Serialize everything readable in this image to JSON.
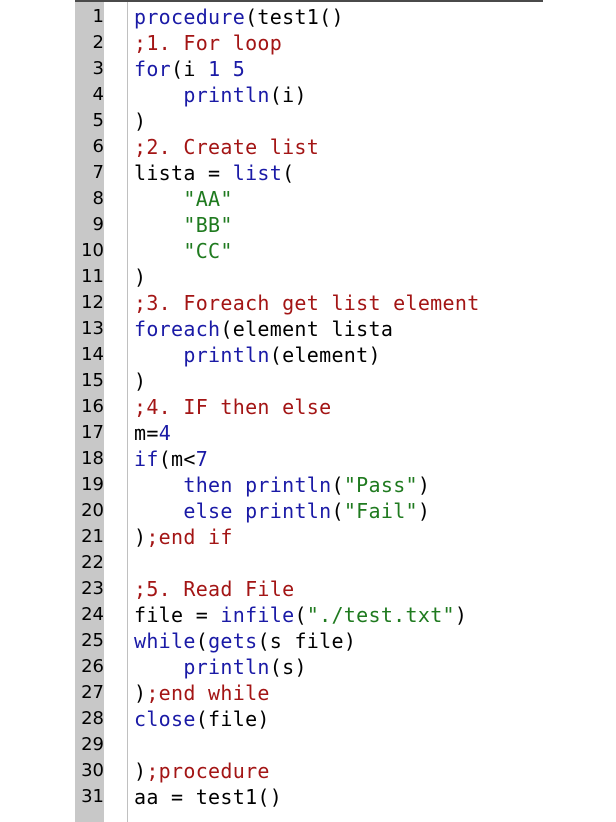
{
  "editor": {
    "lines": [
      {
        "n": "1",
        "tokens": [
          {
            "t": "procedure",
            "c": "fn"
          },
          {
            "t": "(test1()",
            "c": "plain"
          }
        ]
      },
      {
        "n": "2",
        "tokens": [
          {
            "t": ";1. For loop",
            "c": "cmt"
          }
        ]
      },
      {
        "n": "3",
        "tokens": [
          {
            "t": "for",
            "c": "fn"
          },
          {
            "t": "(i ",
            "c": "plain"
          },
          {
            "t": "1",
            "c": "num"
          },
          {
            "t": " ",
            "c": "plain"
          },
          {
            "t": "5",
            "c": "num"
          }
        ]
      },
      {
        "n": "4",
        "tokens": [
          {
            "t": "    ",
            "c": "plain"
          },
          {
            "t": "println",
            "c": "fn"
          },
          {
            "t": "(i)",
            "c": "plain"
          }
        ]
      },
      {
        "n": "5",
        "tokens": [
          {
            "t": ")",
            "c": "plain"
          }
        ]
      },
      {
        "n": "6",
        "tokens": [
          {
            "t": ";2. Create list",
            "c": "cmt"
          }
        ]
      },
      {
        "n": "7",
        "tokens": [
          {
            "t": "lista = ",
            "c": "plain"
          },
          {
            "t": "list",
            "c": "fn"
          },
          {
            "t": "(",
            "c": "plain"
          }
        ]
      },
      {
        "n": "8",
        "tokens": [
          {
            "t": "    ",
            "c": "plain"
          },
          {
            "t": "\"AA\"",
            "c": "str"
          }
        ]
      },
      {
        "n": "9",
        "tokens": [
          {
            "t": "    ",
            "c": "plain"
          },
          {
            "t": "\"BB\"",
            "c": "str"
          }
        ]
      },
      {
        "n": "10",
        "tokens": [
          {
            "t": "    ",
            "c": "plain"
          },
          {
            "t": "\"CC\"",
            "c": "str"
          }
        ]
      },
      {
        "n": "11",
        "tokens": [
          {
            "t": ")",
            "c": "plain"
          }
        ]
      },
      {
        "n": "12",
        "tokens": [
          {
            "t": ";3. Foreach get list element",
            "c": "cmt"
          }
        ]
      },
      {
        "n": "13",
        "tokens": [
          {
            "t": "foreach",
            "c": "fn"
          },
          {
            "t": "(element lista",
            "c": "plain"
          }
        ]
      },
      {
        "n": "14",
        "tokens": [
          {
            "t": "    ",
            "c": "plain"
          },
          {
            "t": "println",
            "c": "fn"
          },
          {
            "t": "(element)",
            "c": "plain"
          }
        ]
      },
      {
        "n": "15",
        "tokens": [
          {
            "t": ")",
            "c": "plain"
          }
        ]
      },
      {
        "n": "16",
        "tokens": [
          {
            "t": ";4. IF then else",
            "c": "cmt"
          }
        ]
      },
      {
        "n": "17",
        "tokens": [
          {
            "t": "m=",
            "c": "plain"
          },
          {
            "t": "4",
            "c": "num"
          }
        ]
      },
      {
        "n": "18",
        "tokens": [
          {
            "t": "if",
            "c": "fn"
          },
          {
            "t": "(m<",
            "c": "plain"
          },
          {
            "t": "7",
            "c": "num"
          }
        ]
      },
      {
        "n": "19",
        "tokens": [
          {
            "t": "    ",
            "c": "plain"
          },
          {
            "t": "then",
            "c": "fn"
          },
          {
            "t": " ",
            "c": "plain"
          },
          {
            "t": "println",
            "c": "fn"
          },
          {
            "t": "(",
            "c": "plain"
          },
          {
            "t": "\"Pass\"",
            "c": "str"
          },
          {
            "t": ")",
            "c": "plain"
          }
        ]
      },
      {
        "n": "20",
        "tokens": [
          {
            "t": "    ",
            "c": "plain"
          },
          {
            "t": "else",
            "c": "fn"
          },
          {
            "t": " ",
            "c": "plain"
          },
          {
            "t": "println",
            "c": "fn"
          },
          {
            "t": "(",
            "c": "plain"
          },
          {
            "t": "\"Fail\"",
            "c": "str"
          },
          {
            "t": ")",
            "c": "plain"
          }
        ]
      },
      {
        "n": "21",
        "tokens": [
          {
            "t": ")",
            "c": "plain"
          },
          {
            "t": ";end if",
            "c": "cmt"
          }
        ]
      },
      {
        "n": "22",
        "tokens": []
      },
      {
        "n": "23",
        "tokens": [
          {
            "t": ";5. Read File",
            "c": "cmt"
          }
        ]
      },
      {
        "n": "24",
        "tokens": [
          {
            "t": "file = ",
            "c": "plain"
          },
          {
            "t": "infile",
            "c": "fn"
          },
          {
            "t": "(",
            "c": "plain"
          },
          {
            "t": "\"./test.txt\"",
            "c": "str"
          },
          {
            "t": ")",
            "c": "plain"
          }
        ]
      },
      {
        "n": "25",
        "tokens": [
          {
            "t": "while",
            "c": "fn"
          },
          {
            "t": "(",
            "c": "plain"
          },
          {
            "t": "gets",
            "c": "fn"
          },
          {
            "t": "(s file)",
            "c": "plain"
          }
        ]
      },
      {
        "n": "26",
        "tokens": [
          {
            "t": "    ",
            "c": "plain"
          },
          {
            "t": "println",
            "c": "fn"
          },
          {
            "t": "(s)",
            "c": "plain"
          }
        ]
      },
      {
        "n": "27",
        "tokens": [
          {
            "t": ")",
            "c": "plain"
          },
          {
            "t": ";end while",
            "c": "cmt"
          }
        ]
      },
      {
        "n": "28",
        "tokens": [
          {
            "t": "close",
            "c": "fn"
          },
          {
            "t": "(file)",
            "c": "plain"
          }
        ]
      },
      {
        "n": "29",
        "tokens": []
      },
      {
        "n": "30",
        "tokens": [
          {
            "t": ")",
            "c": "plain"
          },
          {
            "t": ";procedure",
            "c": "cmt"
          }
        ]
      },
      {
        "n": "31",
        "tokens": [
          {
            "t": "aa = test1()",
            "c": "plain"
          }
        ]
      }
    ]
  },
  "colors": {
    "keyword": "#1a1aa6",
    "comment": "#a31515",
    "string": "#1f7a1f",
    "plain": "#000000",
    "gutter": "#c8c8c8"
  }
}
